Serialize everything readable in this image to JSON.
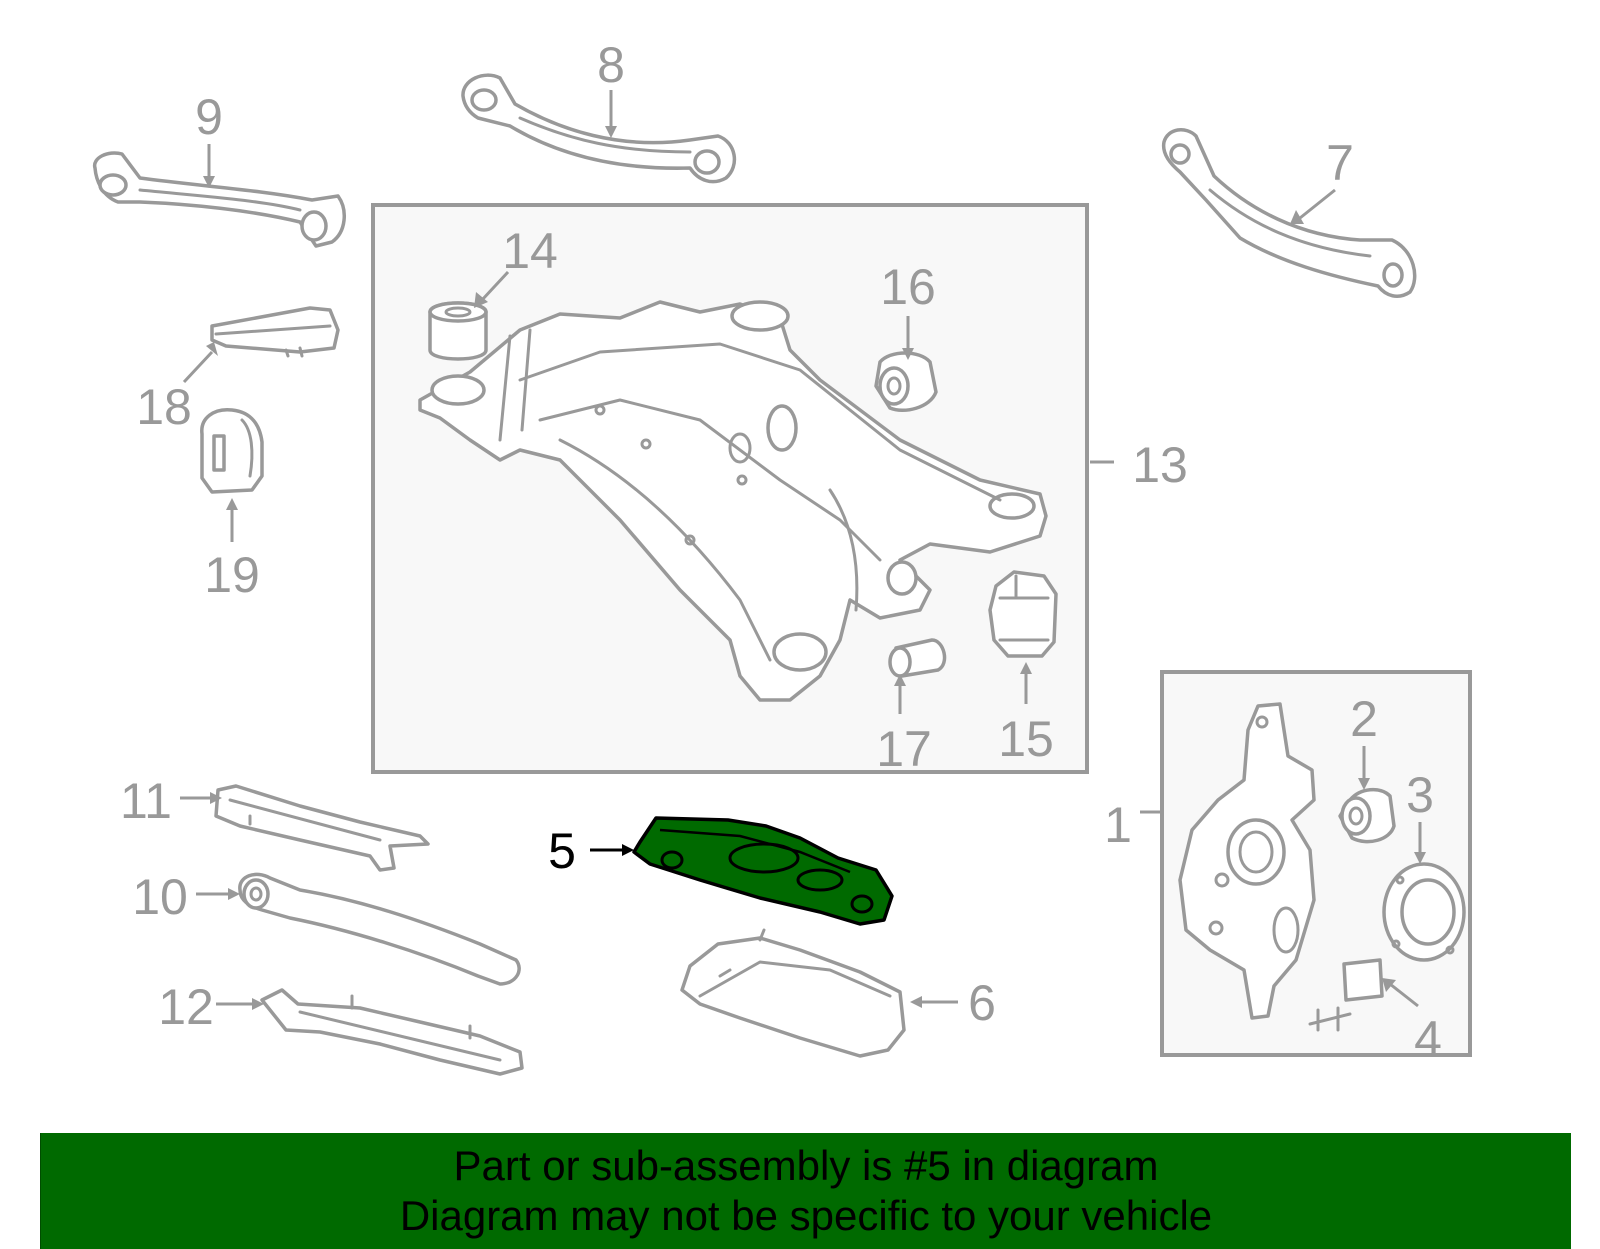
{
  "callouts": {
    "c1": "1",
    "c2": "2",
    "c3": "3",
    "c4": "4",
    "c5": "5",
    "c6": "6",
    "c7": "7",
    "c8": "8",
    "c9": "9",
    "c10": "10",
    "c11": "11",
    "c12": "12",
    "c13": "13",
    "c14": "14",
    "c15": "15",
    "c16": "16",
    "c17": "17",
    "c18": "18",
    "c19": "19"
  },
  "highlight": {
    "part": "5",
    "color": "#006a00"
  },
  "banner": {
    "line1": "Part or sub-assembly is #5 in diagram",
    "line2": "Diagram may not be specific to your vehicle",
    "background": "#006a00"
  }
}
